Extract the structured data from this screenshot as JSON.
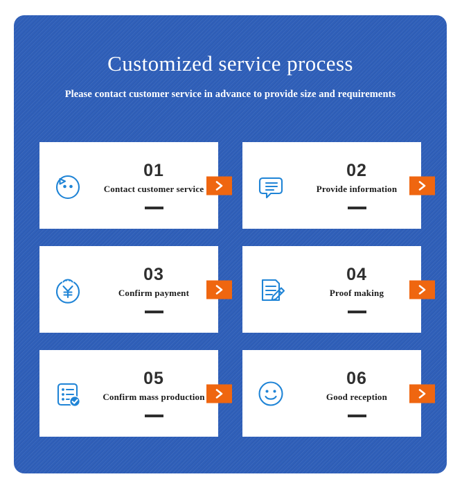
{
  "header": {
    "title": "Customized service process",
    "subtitle": "Please contact customer service in advance to provide size and requirements"
  },
  "colors": {
    "panel_blue": "#2f5fb9",
    "card_white": "#ffffff",
    "accent_orange": "#ef6610",
    "icon_blue": "#1f84d6",
    "text_dark": "#2e2e2e"
  },
  "arrow_glyph": ">",
  "steps": [
    {
      "number": "01",
      "label": "Contact customer service",
      "icon": "customer-service-face-icon",
      "arrow": ">"
    },
    {
      "number": "02",
      "label": "Provide information",
      "icon": "speech-bubble-lines-icon",
      "arrow": ">"
    },
    {
      "number": "03",
      "label": "Confirm payment",
      "icon": "yuan-coin-face-icon",
      "arrow": ">"
    },
    {
      "number": "04",
      "label": "Proof making",
      "icon": "document-pencil-icon",
      "arrow": ">"
    },
    {
      "number": "05",
      "label": "Confirm mass production",
      "icon": "checklist-check-icon",
      "arrow": ">"
    },
    {
      "number": "06",
      "label": "Good reception",
      "icon": "smiley-face-icon",
      "arrow": ">"
    }
  ]
}
